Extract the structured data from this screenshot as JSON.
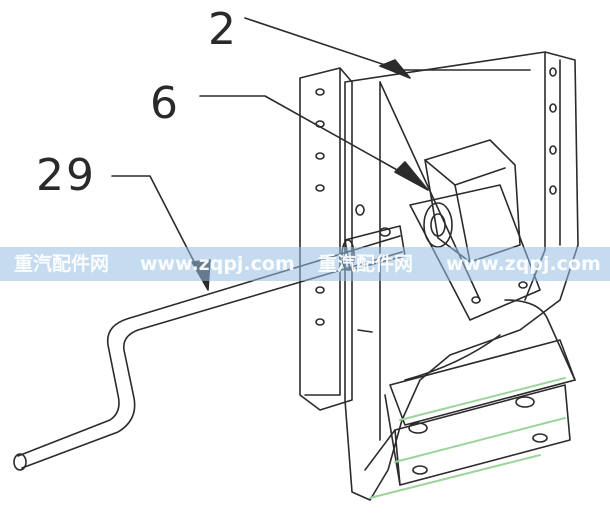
{
  "diagram": {
    "callouts": {
      "part_2": "2",
      "part_6": "6",
      "part_29": "29"
    },
    "line_color": "#2b2b2b",
    "accent_color": "#9bd59b"
  },
  "watermark": {
    "brand_1": "重汽配件网",
    "url_1": "www.zqpj.com",
    "brand_2": "重汽配件网",
    "url_2": "www.zqpj.com",
    "band_color": "#96bee1"
  }
}
